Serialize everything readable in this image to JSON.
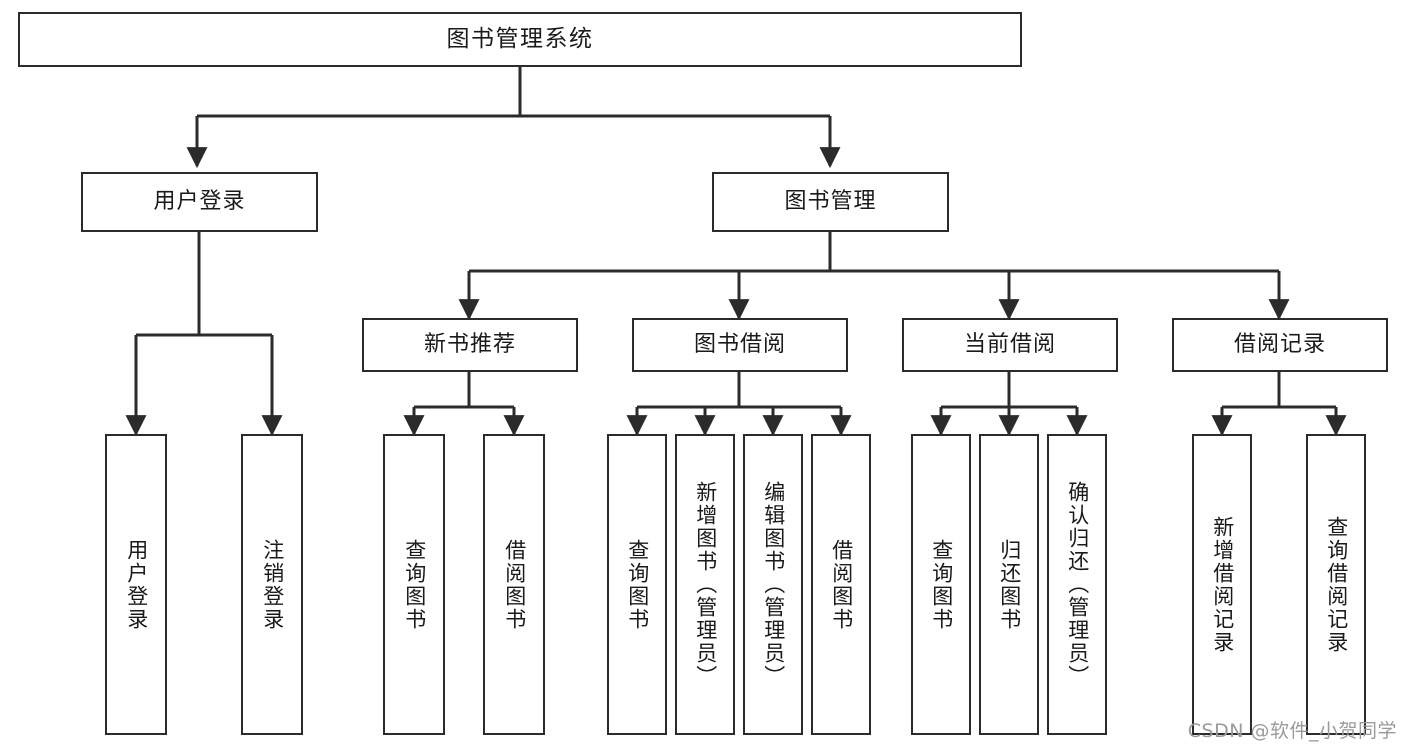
{
  "diagram": {
    "title": "图书管理系统",
    "watermark": "CSDN @软件_小贺同学",
    "stroke_color": "#2b2b2b",
    "background_color": "#ffffff",
    "text_color": "#1a1a1a",
    "watermark_color": "#9a9a9a",
    "levels": {
      "root": "图书管理系统",
      "level2": [
        "用户登录",
        "图书管理"
      ],
      "level3": [
        "新书推荐",
        "图书借阅",
        "当前借阅",
        "借阅记录"
      ]
    },
    "nodes": {
      "root": {
        "label": "图书管理系统"
      },
      "user_login": {
        "label": "用户登录"
      },
      "book_manage": {
        "label": "图书管理"
      },
      "new_book_rec": {
        "label": "新书推荐"
      },
      "book_borrow": {
        "label": "图书借阅"
      },
      "current_borrow": {
        "label": "当前借阅"
      },
      "borrow_record": {
        "label": "借阅记录"
      },
      "leaf_user_login": {
        "label": "用户登录"
      },
      "leaf_logout": {
        "label": "注销登录"
      },
      "leaf_query_book_1": {
        "label": "查询图书"
      },
      "leaf_borrow_book_1": {
        "label": "借阅图书"
      },
      "leaf_query_book_2": {
        "label": "查询图书"
      },
      "leaf_add_book_admin": {
        "label": "新增图书（管理员）"
      },
      "leaf_edit_book_admin": {
        "label": "编辑图书（管理员）"
      },
      "leaf_borrow_book_2": {
        "label": "借阅图书"
      },
      "leaf_query_book_3": {
        "label": "查询图书"
      },
      "leaf_return_book": {
        "label": "归还图书"
      },
      "leaf_confirm_return_admin": {
        "label": "确认归还（管理员）"
      },
      "leaf_add_record": {
        "label": "新增借阅记录"
      },
      "leaf_query_record": {
        "label": "查询借阅记录"
      }
    },
    "tree": {
      "name": "图书管理系统",
      "children": [
        {
          "name": "用户登录",
          "children": [
            {
              "name": "用户登录"
            },
            {
              "name": "注销登录"
            }
          ]
        },
        {
          "name": "图书管理",
          "children": [
            {
              "name": "新书推荐",
              "children": [
                {
                  "name": "查询图书"
                },
                {
                  "name": "借阅图书"
                }
              ]
            },
            {
              "name": "图书借阅",
              "children": [
                {
                  "name": "查询图书"
                },
                {
                  "name": "新增图书（管理员）"
                },
                {
                  "name": "编辑图书（管理员）"
                },
                {
                  "name": "借阅图书"
                }
              ]
            },
            {
              "name": "当前借阅",
              "children": [
                {
                  "name": "查询图书"
                },
                {
                  "name": "归还图书"
                },
                {
                  "name": "确认归还（管理员）"
                }
              ]
            },
            {
              "name": "借阅记录",
              "children": [
                {
                  "name": "新增借阅记录"
                },
                {
                  "name": "查询借阅记录"
                }
              ]
            }
          ]
        }
      ]
    }
  }
}
